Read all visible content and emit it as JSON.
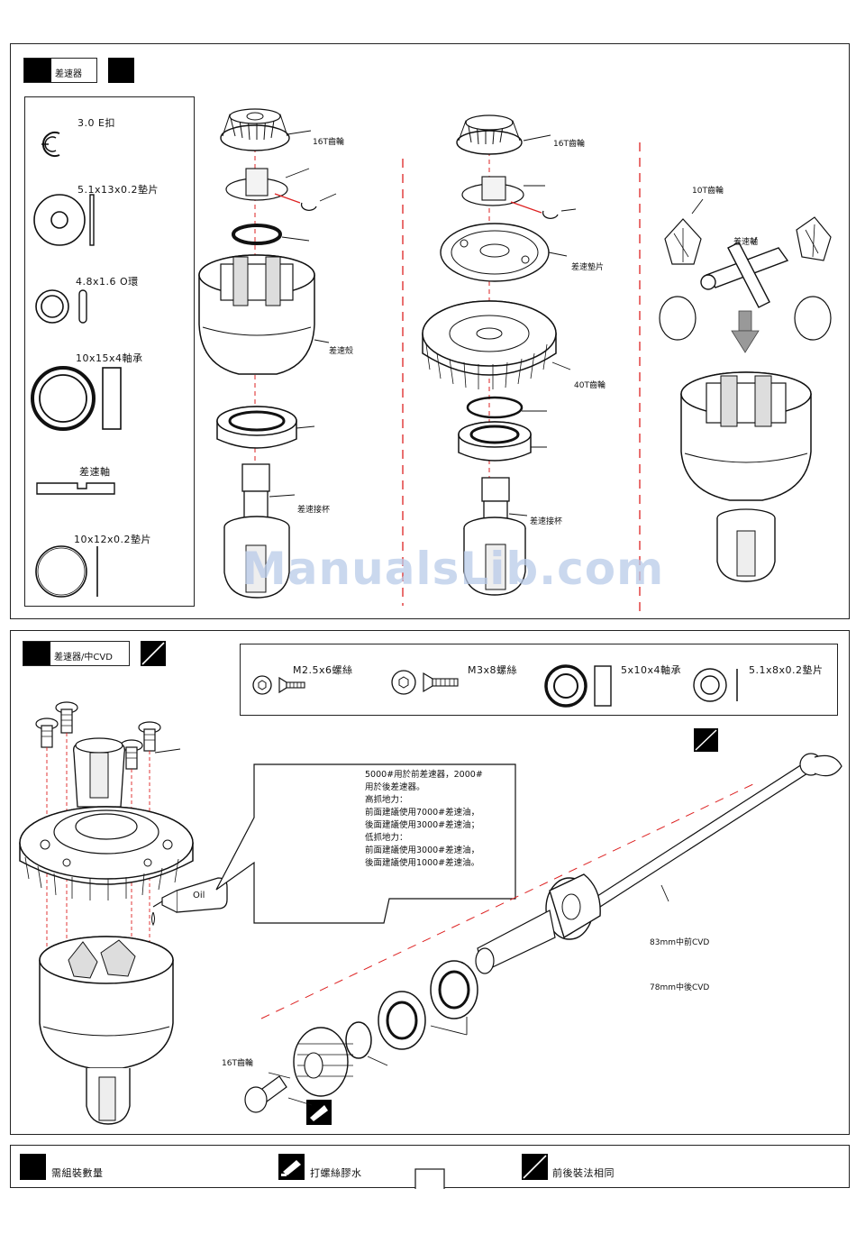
{
  "section1": {
    "tag_label": "差速器",
    "parts_list": [
      {
        "label": "3.0 E扣",
        "icon": "e-clip-icon"
      },
      {
        "label": "5.1x13x0.2墊片",
        "icon": "washer-icon"
      },
      {
        "label": "4.8x1.6 O環",
        "icon": "o-ring-icon"
      },
      {
        "label": "10x15x4軸承",
        "icon": "bearing-icon"
      },
      {
        "label": "差速軸",
        "icon": "diff-shaft-icon"
      },
      {
        "label": "10x12x0.2墊片",
        "icon": "shim-icon"
      }
    ],
    "callouts": {
      "gear16_a": "16T齒輪",
      "gear16_b": "16T齒輪",
      "diff_case": "差速殼",
      "diff_cup_a": "差速接杯",
      "diff_cup_b": "差速接杯",
      "diff_washer": "差速墊片",
      "gear40": "40T齒輪",
      "gear10": "10T齒輪",
      "diff_shaft": "差速軸"
    }
  },
  "section2": {
    "tag_label": "差速器/中CVD",
    "hardware": [
      {
        "label": "M2.5x6螺絲",
        "icon": "screw-icon"
      },
      {
        "label": "M3x8螺絲",
        "icon": "screw-icon"
      },
      {
        "label": "5x10x4軸承",
        "icon": "bearing-icon"
      },
      {
        "label": "5.1x8x0.2墊片",
        "icon": "washer-icon"
      }
    ],
    "note_lines": [
      "5000#用於前差速器，2000#",
      "用於後差速器。",
      "高抓地力：",
      "前面建議使用7000#差速油，",
      "後面建議使用3000#差速油；",
      "低抓地力：",
      "前面建議使用3000#差速油，",
      "後面建議使用1000#差速油。"
    ],
    "oil_label": "Oil",
    "cvd_front": "83mm中前CVD",
    "cvd_rear": "78mm中後CVD",
    "gear16": "16T齒輪"
  },
  "legend": [
    {
      "label": "需組裝數量",
      "icon": "quantity-box-icon"
    },
    {
      "label": "打螺絲膠水",
      "icon": "threadlock-icon"
    },
    {
      "label": "前後裝法相同",
      "icon": "same-front-rear-icon"
    }
  ],
  "watermark": "ManualsLib.com"
}
